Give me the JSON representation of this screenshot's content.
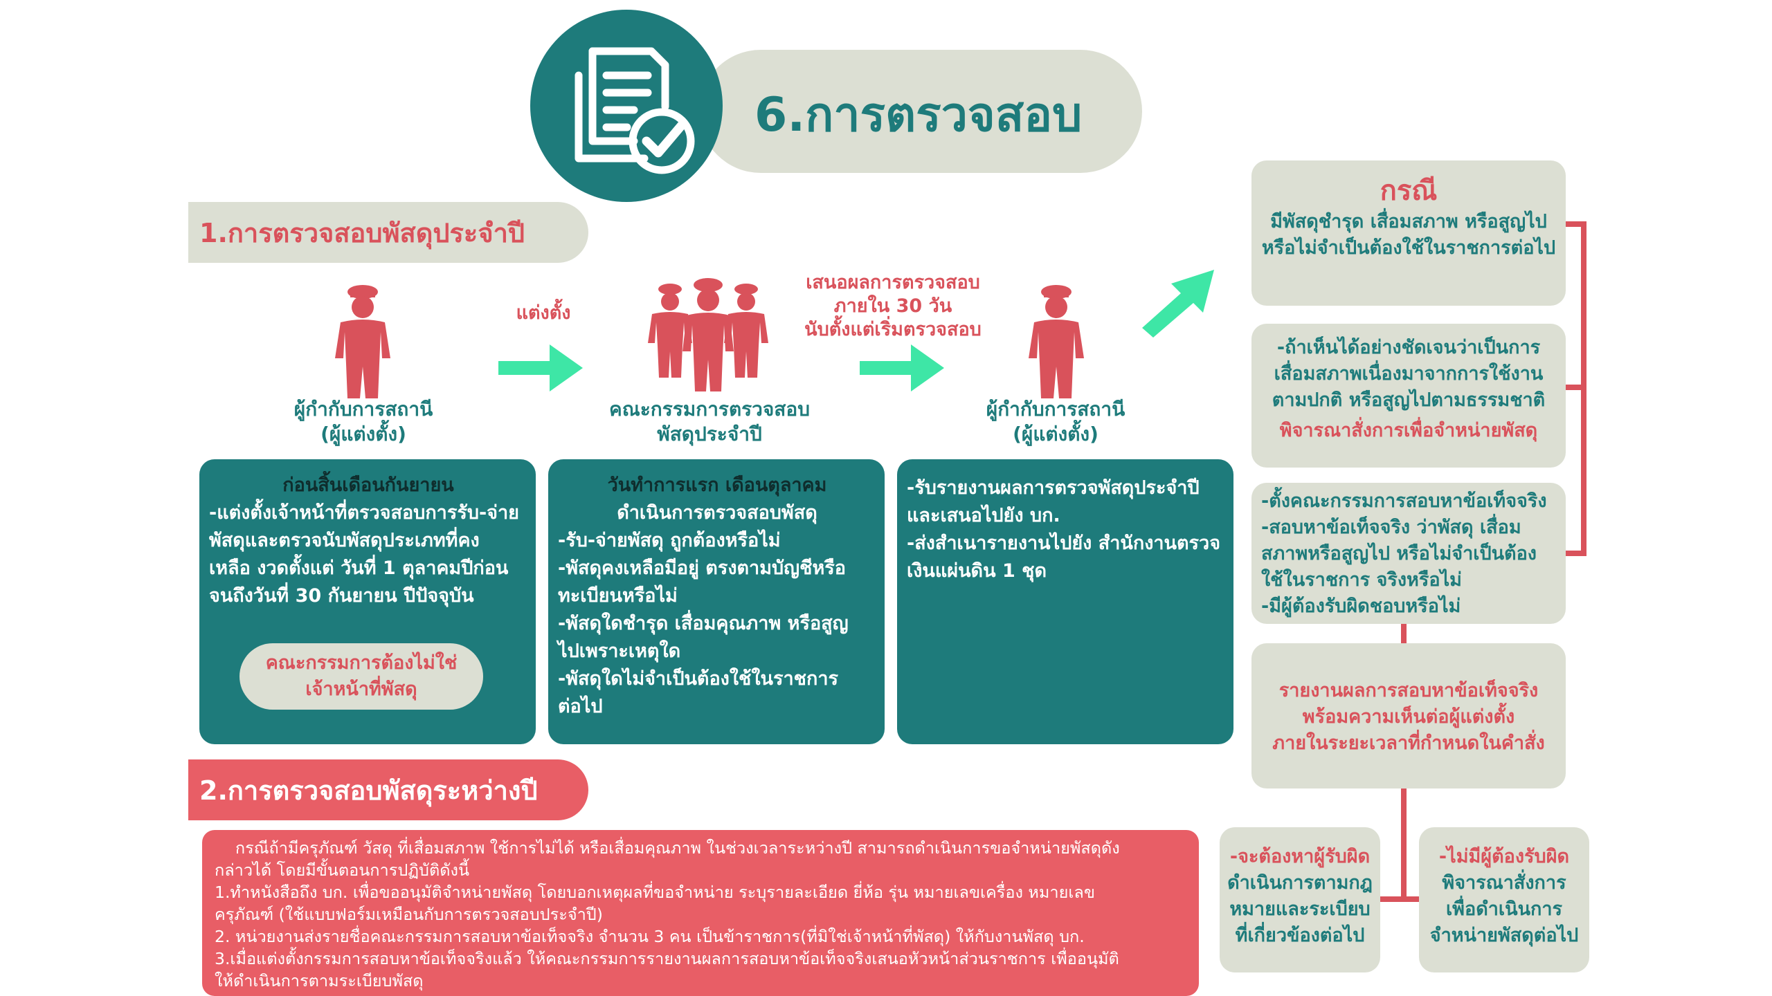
{
  "title": "6.การตรวจสอบ",
  "icon": "document-checklist-icon",
  "section1": {
    "header": "1.การตรวจสอบพัสดุประจำปี",
    "person1_label": [
      "ผู้กำกับการสถานี",
      "(ผู้แต่งตั้ง)"
    ],
    "arrow1_label": "แต่งตั้ง",
    "committee_label": [
      "คณะกรรมการตรวจสอบ",
      "พัสดุประจำปี"
    ],
    "arrow2_label": [
      "เสนอผลการตรวจสอบ",
      "ภายใน 30 วัน",
      "นับตั้งแต่เริ่มตรวจสอบ"
    ],
    "person2_label": [
      "ผู้กำกับการสถานี",
      "(ผู้แต่งตั้ง)"
    ],
    "box1": {
      "title": "ก่อนสิ้นเดือนกันยายน",
      "lines": [
        "-แต่งตั้งเจ้าหน้าที่ตรวจสอบการรับ-จ่าย",
        "พัสดุและตรวจนับพัสดุประเภทที่คง",
        "เหลือ งวดตั้งแต่ วันที่ 1 ตุลาคมปีก่อน",
        "จนถึงวันที่ 30 กันยายน ปีปัจจุบัน"
      ],
      "note": [
        "คณะกรรมการต้องไม่ใช่",
        "เจ้าหน้าที่พัสดุ"
      ]
    },
    "box2": {
      "title": "วันทำการแรก เดือนตุลาคม",
      "subtitle": "ดำเนินการตรวจสอบพัสดุ",
      "lines": [
        "-รับ-จ่ายพัสดุ ถูกต้องหรือไม่",
        "-พัสดุคงเหลือมีอยู่ ตรงตามบัญชีหรือ",
        "ทะเบียนหรือไม่",
        "-พัสดุใดชำรุด เสื่อมคุณภาพ หรือสูญ",
        "ไปเพราะเหตุใด",
        "-พัสดุใดไม่จำเป็นต้องใช้ในราชการ",
        "ต่อไป"
      ]
    },
    "box3": {
      "lines": [
        "-รับรายงานผลการตรวจพัสดุประจำปี",
        "และเสนอไปยัง บก.",
        "-ส่งสำเนารายงานไปยัง สำนักงานตรวจ",
        "เงินแผ่นดิน 1 ชุด"
      ]
    }
  },
  "right": {
    "case_title": "กรณี",
    "case_lines": [
      "มีพัสดุชำรุด เสื่อมสภาพ หรือสูญไป",
      "หรือไม่จำเป็นต้องใช้ในราชการต่อไป"
    ],
    "box2_lines": [
      "-ถ้าเห็นได้อย่างชัดเจนว่าเป็นการ",
      "เสื่อมสภาพเนื่องมาจากการใช้งาน",
      "ตามปกติ หรือสูญไปตามธรรมชาติ"
    ],
    "box2_red": "พิจารณาสั่งการเพื่อจำหน่ายพัสดุ",
    "box3_lines": [
      "-ตั้งคณะกรรมการสอบหาข้อเท็จจริง",
      "-สอบหาข้อเท็จจริง ว่าพัสดุ เสื่อม",
      "สภาพหรือสูญไป หรือไม่จำเป็นต้อง",
      "ใช้ในราชการ จริงหรือไม่",
      "-มีผู้ต้องรับผิดชอบหรือไม่"
    ],
    "box4_lines": [
      "รายงานผลการสอบหาข้อเท็จจริง",
      "พร้อมความเห็นต่อผู้แต่งตั้ง",
      "ภายในระยะเวลาที่กำหนดในคำสั่ง"
    ],
    "box5_lines": [
      "-จะต้องหาผู้รับผิด",
      "ดำเนินการตามกฎ",
      "หมายและระเบียบ",
      "ที่เกี่ยวข้องต่อไป"
    ],
    "box6_lines": [
      "-ไม่มีผู้ต้องรับผิด",
      "พิจารณาสั่งการ",
      "เพื่อดำเนินการ",
      "จำหน่ายพัสดุต่อไป"
    ]
  },
  "section2": {
    "header": "2.การตรวจสอบพัสดุระหว่างปี",
    "lines": [
      "    กรณีถ้ามีครุภัณฑ์ วัสดุ ที่เสื่อมสภาพ ใช้การไม่ได้ หรือเสื่อมคุณภาพ ในช่วงเวลาระหว่างปี สามารถดำเนินการขอจำหน่ายพัสดุดัง",
      "กล่าวได้ โดยมีขั้นตอนการปฏิบัติดังนี้",
      "1.ทำหนังสือถึง บก. เพื่อขออนุมัติจำหน่ายพัสดุ โดยบอกเหตุผลที่ขอจำหน่าย ระบุรายละเอียด ยี่ห้อ รุ่น หมายเลขเครื่อง หมายเลข",
      "ครุภัณฑ์ (ใช้แบบฟอร์มเหมือนกับการตรวจสอบประจำปี)",
      "2. หน่วยงานส่งรายชื่อคณะกรรมการสอบหาข้อเท็จจริง จำนวน 3 คน เป็นข้าราชการ(ที่มิใช่เจ้าหน้าที่พัสดุ) ให้กับงานพัสดุ บก.",
      "3.เมื่อแต่งตั้งกรรมการสอบหาข้อเท็จจริงแล้ว ให้คณะกรรมการรายงานผลการสอบหาข้อเท็จจริงเสนอหัวหน้าส่วนราชการ เพื่ออนุมัติ",
      "ให้ดำเนินการตามระเบียบพัสดุ"
    ]
  },
  "colors": {
    "teal": "#1e7b7b",
    "beige": "#dcdfd3",
    "red": "#e85e66",
    "red_text": "#d9525b",
    "arrow": "#3ee6a6",
    "person": "#d9525b"
  }
}
